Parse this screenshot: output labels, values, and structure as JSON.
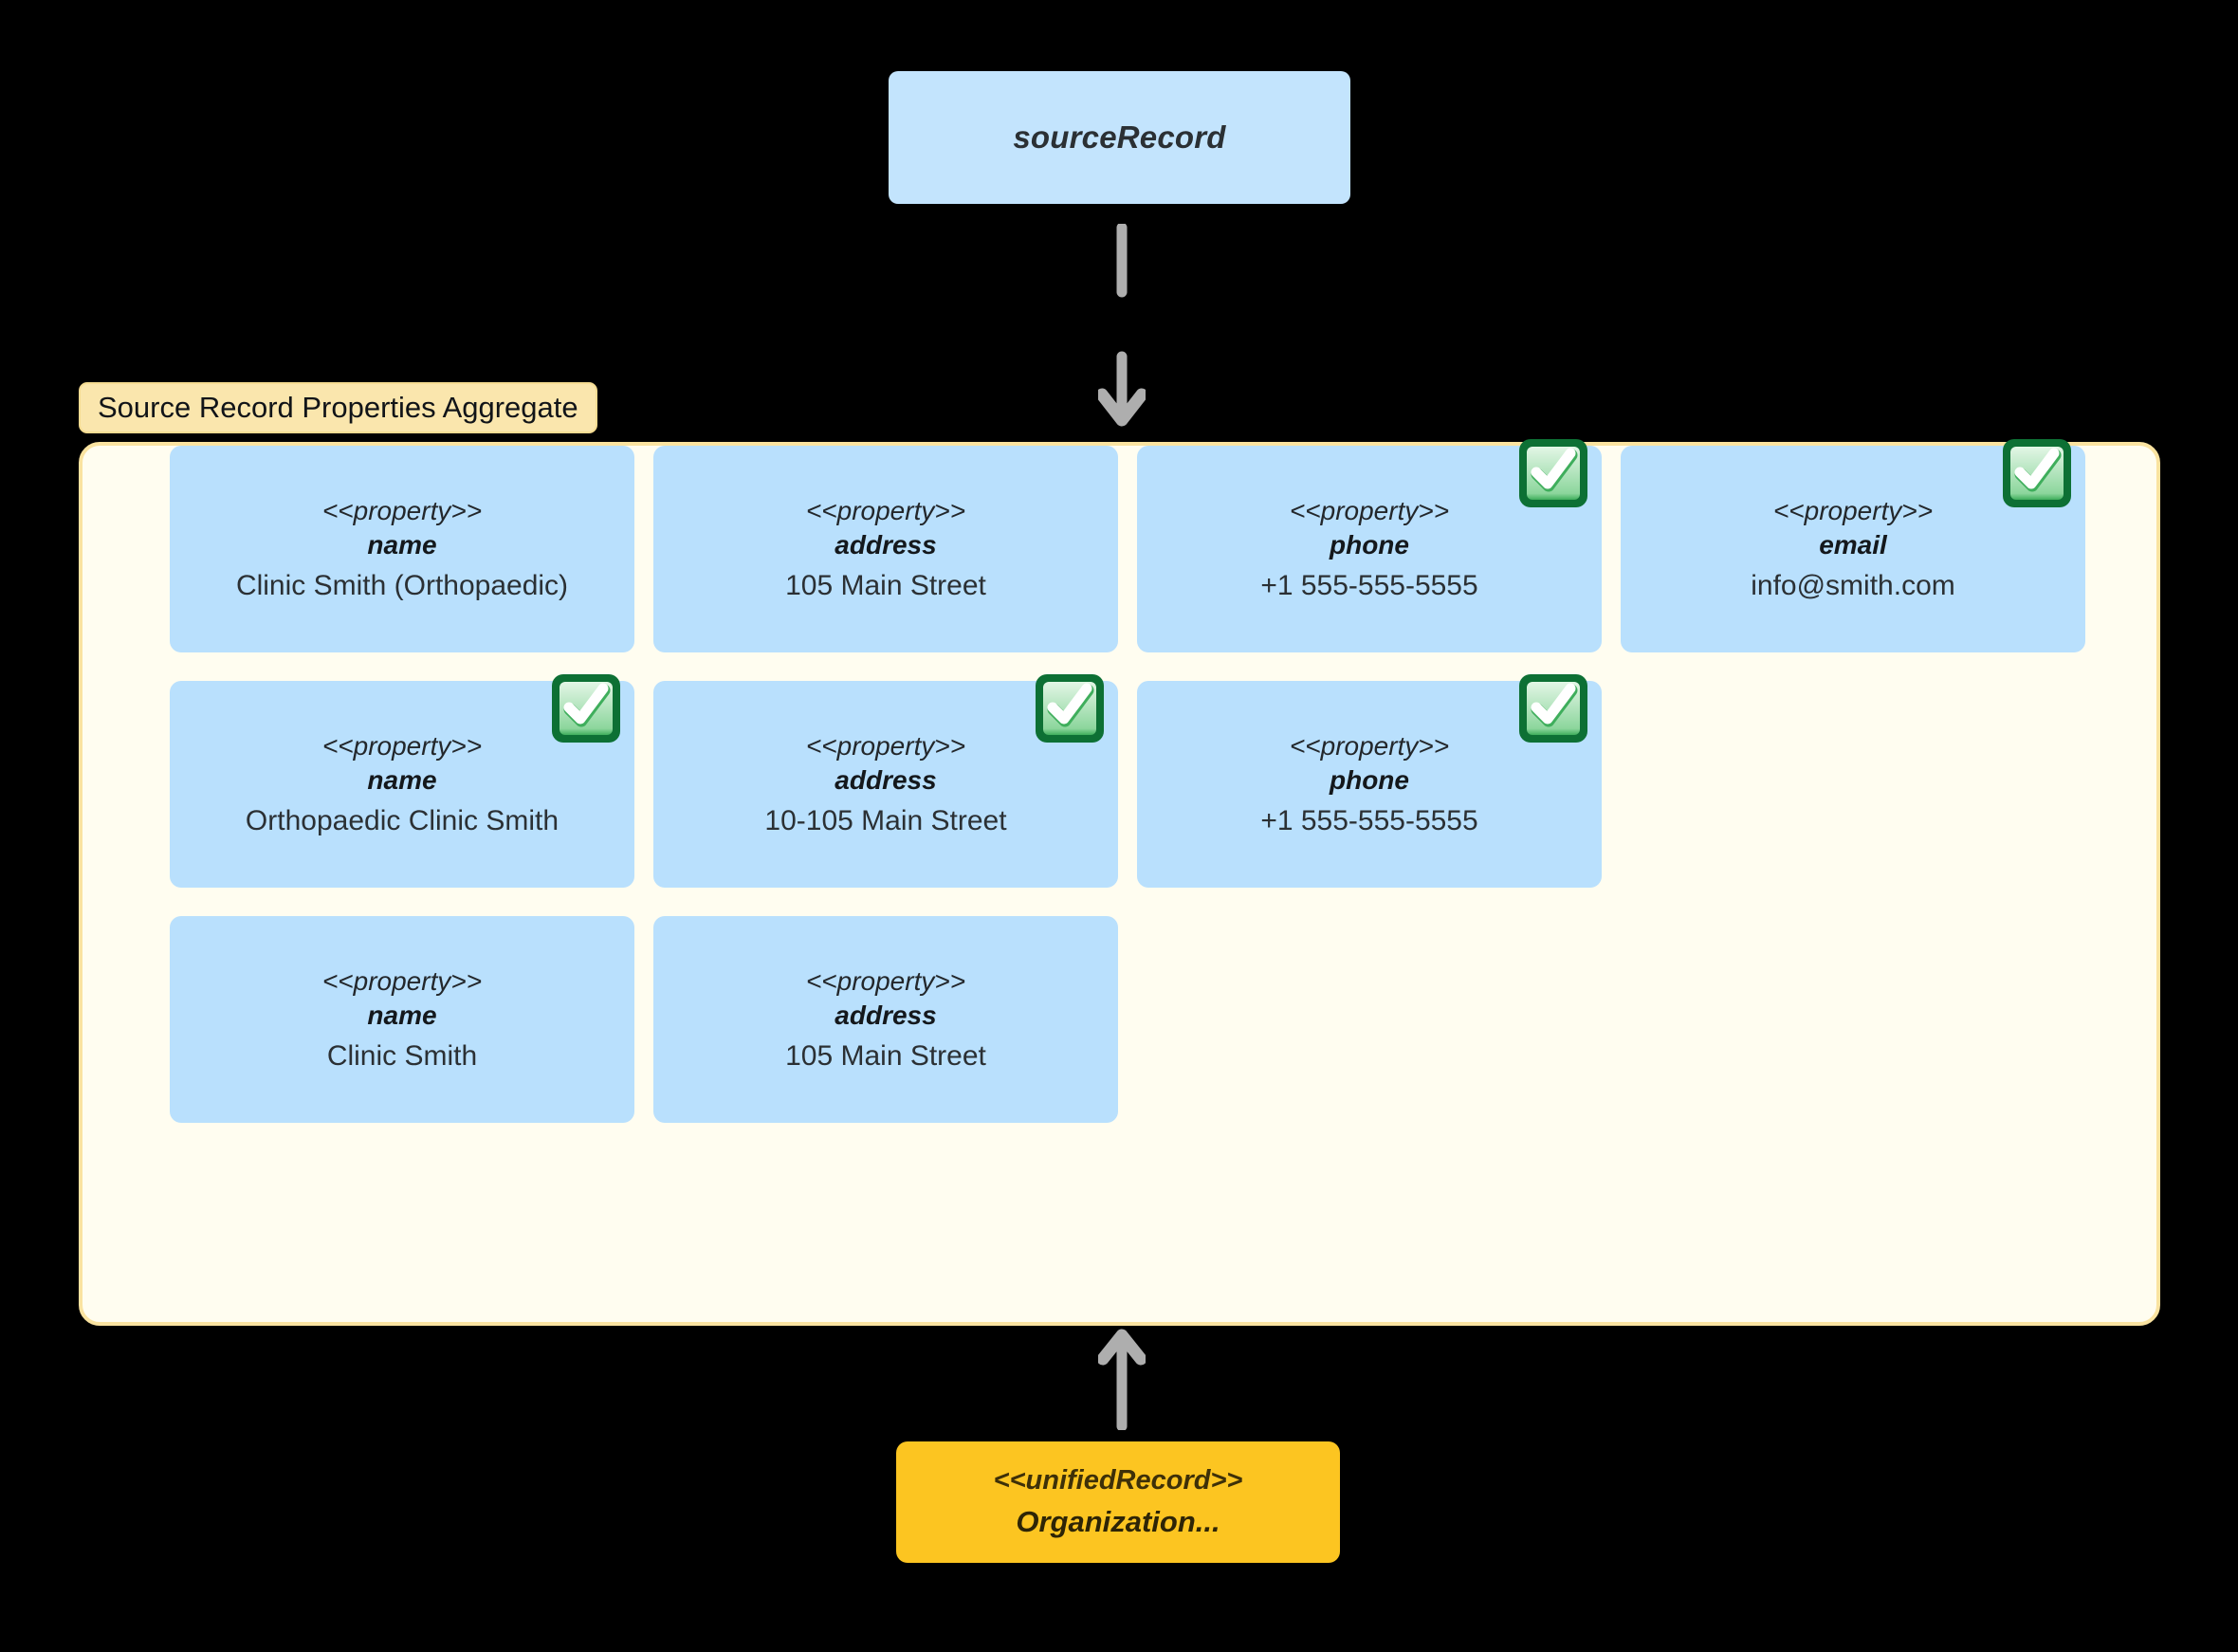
{
  "diagram": {
    "title": "Source Record Properties Aggregate",
    "colors": {
      "background": "#000000",
      "node_blue": "#b9e0fd",
      "aggregate_fill": "#fffdf0",
      "aggregate_border": "#fae3a0",
      "label_badge_fill": "#fae6ad",
      "unified_record_fill": "#fcc521",
      "arrow_gray": "#aeaeae",
      "check_green_border": "#0d7034",
      "check_green_fill": "#b5e6bf"
    }
  },
  "source_node": {
    "label": "sourceRecord",
    "icon": "none"
  },
  "arrows": {
    "top": {
      "direction": "down",
      "style": "dashed",
      "name": "arrow-source-to-aggregate"
    },
    "bottom": {
      "direction": "up",
      "style": "solid",
      "name": "arrow-unified-to-aggregate"
    }
  },
  "aggregate": {
    "label": "Source Record Properties Aggregate",
    "rows": [
      {
        "cards": [
          {
            "stereotype": "<<property>>",
            "name": "name",
            "value": "Clinic Smith (Orthopaedic)",
            "checked": false
          },
          {
            "stereotype": "<<property>>",
            "name": "address",
            "value": "105 Main Street",
            "checked": false
          },
          {
            "stereotype": "<<property>>",
            "name": "phone",
            "value": "+1 555-555-5555",
            "checked": true
          },
          {
            "stereotype": "<<property>>",
            "name": "email",
            "value": "info@smith.com",
            "checked": true
          }
        ]
      },
      {
        "cards": [
          {
            "stereotype": "<<property>>",
            "name": "name",
            "value": "Orthopaedic Clinic Smith",
            "checked": true
          },
          {
            "stereotype": "<<property>>",
            "name": "address",
            "value": "10-105 Main Street",
            "checked": true
          },
          {
            "stereotype": "<<property>>",
            "name": "phone",
            "value": "+1 555-555-5555",
            "checked": true
          }
        ]
      },
      {
        "cards": [
          {
            "stereotype": "<<property>>",
            "name": "name",
            "value": "Clinic Smith",
            "checked": false
          },
          {
            "stereotype": "<<property>>",
            "name": "address",
            "value": "105 Main Street",
            "checked": false
          }
        ]
      }
    ]
  },
  "unified_node": {
    "stereotype": "<<unifiedRecord>>",
    "title": "Organization..."
  }
}
